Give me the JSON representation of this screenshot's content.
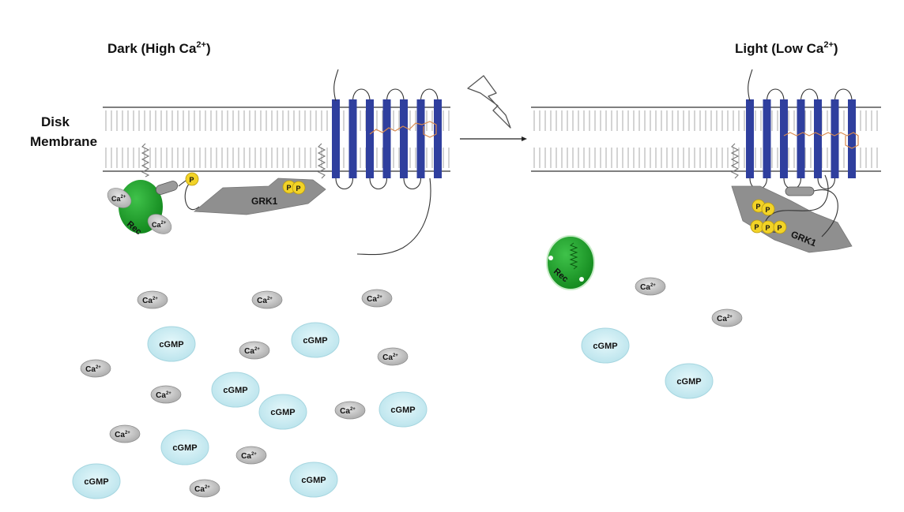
{
  "panels": {
    "dark": {
      "title_prefix": "Dark (High Ca",
      "title_sup": "2+",
      "title_suffix": ")"
    },
    "light": {
      "title_prefix": "Light (Low Ca",
      "title_sup": "2+",
      "title_suffix": ")"
    }
  },
  "membrane_label": {
    "line1": "Disk",
    "line2": "Membrane"
  },
  "labels": {
    "rec": "Rec",
    "grk1": "GRK1",
    "phospho": "P",
    "cgmp": "cGMP",
    "ca_base": "Ca",
    "ca_sup": "2+"
  },
  "colors": {
    "helix": "#2f3f9e",
    "recoverin": "#1c9d2a",
    "recoverin_text": "#e8e860",
    "grk1_body": "#8f8f8f",
    "grk1_text": "#8b1a1a",
    "phosphate": "#f2d327",
    "cgmp": "#c7ecf2",
    "calcium": "#c4c4c4",
    "retinal": "#d98a4e"
  }
}
